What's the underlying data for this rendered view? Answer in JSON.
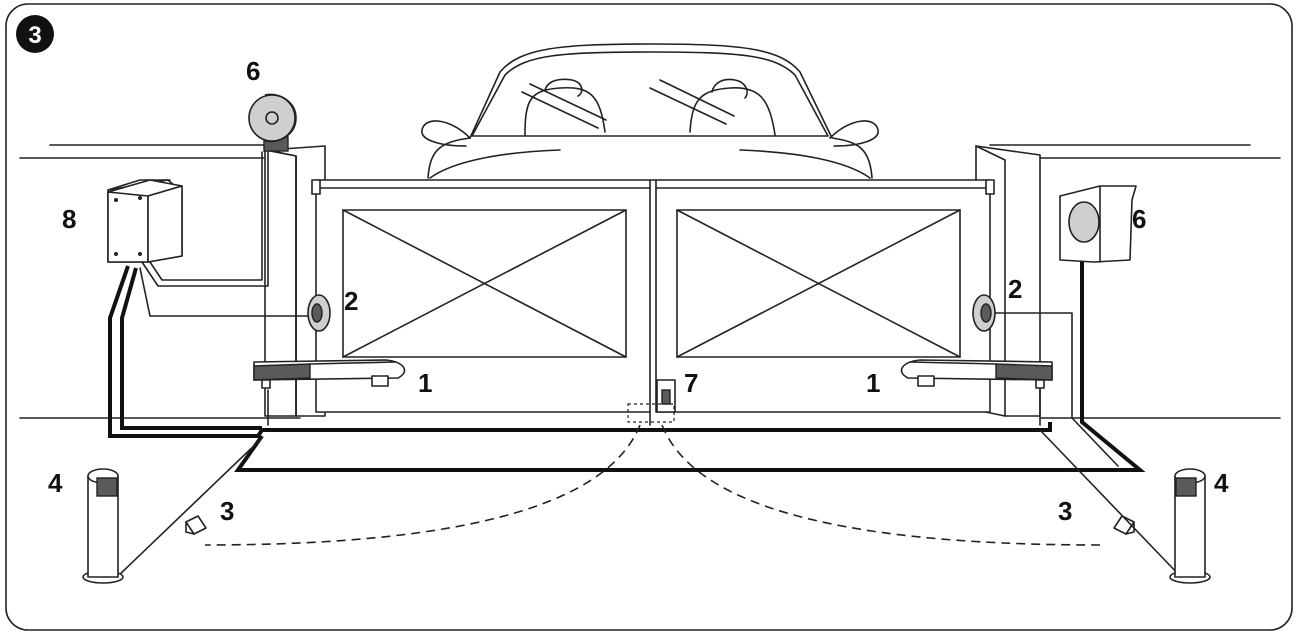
{
  "figure": {
    "badge": "3"
  },
  "labels": {
    "blinker_left": "6",
    "blinker_right": "6",
    "control_unit": "8",
    "photocell_left": "2",
    "photocell_right": "2",
    "motor_left": "1",
    "motor_right": "1",
    "key_selector": "7",
    "post_left": "4",
    "post_right": "4",
    "photo_post_left": "3",
    "photo_post_right": "3"
  },
  "colors": {
    "line": "#222222",
    "badge_fill": "#111111",
    "light_grey": "#cfcfcf"
  }
}
